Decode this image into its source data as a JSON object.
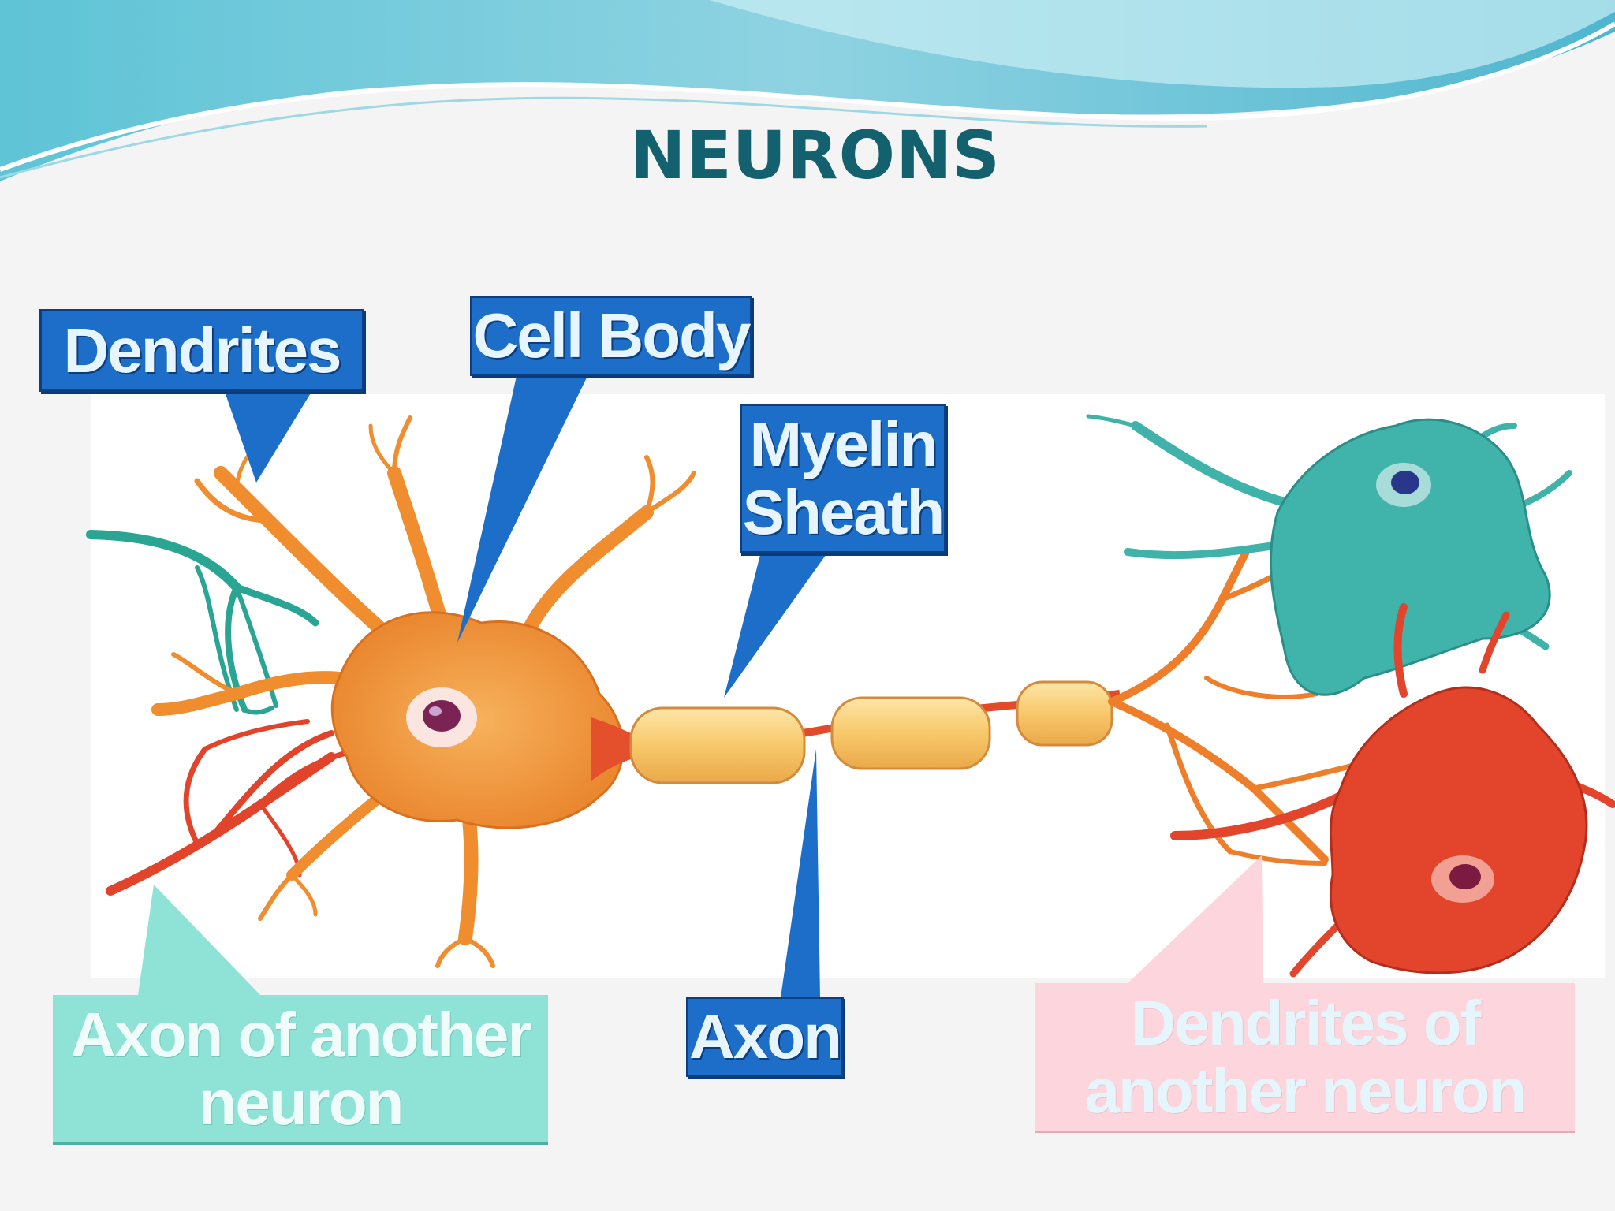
{
  "slide": {
    "title": "NEURONS"
  },
  "diagram": {
    "labels": {
      "dendrites": "Dendrites",
      "cell_body": "Cell Body",
      "myelin_line1": "Myelin",
      "myelin_line2": "Sheath",
      "axon_other_line1": "Axon of another",
      "axon_other_line2": "neuron",
      "axon": "Axon",
      "dendrites_other_line1": "Dendrites of",
      "dendrites_other_line2": "another neuron"
    }
  },
  "colors": {
    "title": "#13606f",
    "label_blue": "#1d6ec9",
    "label_teal": "#8ee3d6",
    "label_pink": "#fdd6dd",
    "neuron_orange": "#f39a3a",
    "myelin_yellow": "#f8c86a",
    "neuron_teal": "#3fb3aa",
    "neuron_red": "#e2442c"
  }
}
